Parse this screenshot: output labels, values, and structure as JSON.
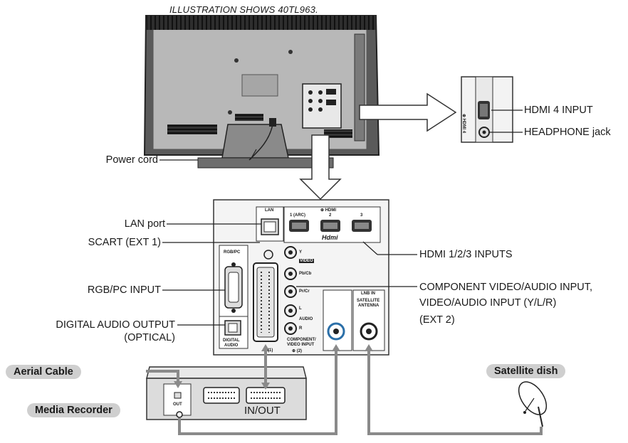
{
  "caption": "ILLUSTRATION SHOWS 40TL963.",
  "labels": {
    "power_cord": "Power cord",
    "lan_port": "LAN port",
    "scart": "SCART (EXT 1)",
    "rgb_pc": "RGB/PC INPUT",
    "digital_audio_line1": "DIGITAL AUDIO OUTPUT",
    "digital_audio_line2": "(OPTICAL)",
    "hdmi4": "HDMI 4  INPUT",
    "headphone": "HEADPHONE jack",
    "hdmi123": "HDMI 1/2/3 INPUTS",
    "component_line1": "COMPONENT VIDEO/AUDIO INPUT,",
    "component_line2": "VIDEO/AUDIO INPUT (Y/L/R)",
    "component_line3": "(EXT 2)"
  },
  "badges": {
    "aerial_cable": "Aerial Cable",
    "media_recorder": "Media Recorder",
    "satellite_dish": "Satellite dish"
  },
  "panel_text": {
    "lan": "LAN",
    "hdmi_header": "⊕ HDMI",
    "hdmi_1": "1 (ARC)",
    "hdmi_2": "2",
    "hdmi_3": "3",
    "hdmi_logo": "Hdmi",
    "rgb_pc": "RGB/PC",
    "y": "Y",
    "video": "VIDEO",
    "pb": "Pb/Cb",
    "pr": "Pr/Cr",
    "l": "L",
    "audio": "AUDIO",
    "r": "R",
    "component": "COMPONENT/",
    "video_input": "VIDEO INPUT",
    "ext2": "⊕ (2)",
    "ext1": "(1)",
    "digital": "DIGITAL",
    "audio2": "AUDIO",
    "lnb_in": "LNB IN",
    "satellite": "SATELLITE",
    "antenna": "ANTENNA",
    "side_hdmi4": "⊕ HDMI 4",
    "recorder_out": "OUT",
    "in_out": "IN/OUT"
  }
}
